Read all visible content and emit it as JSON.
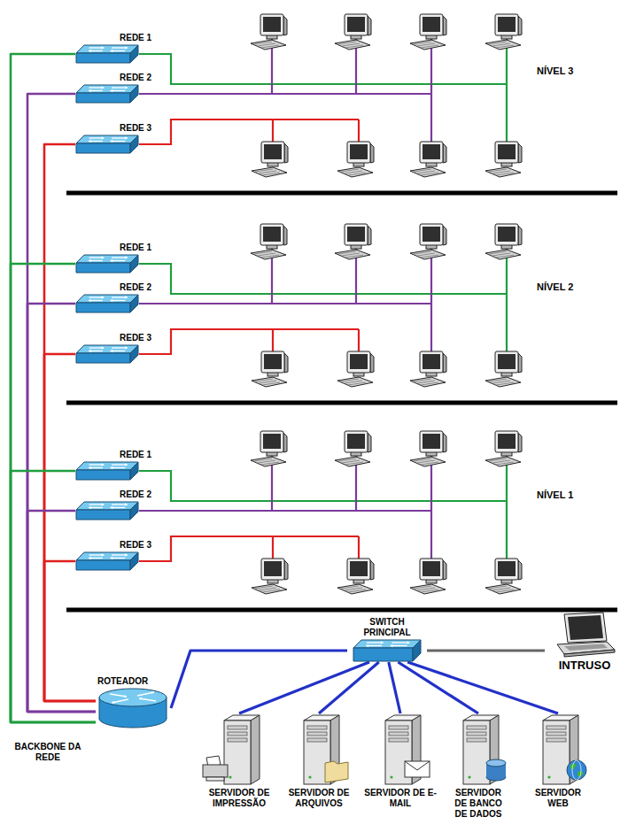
{
  "diagram": {
    "nodes": [
      {
        "text": [
          "REDE 1"
        ]
      },
      {
        "text": [
          "REDE 2"
        ]
      },
      {
        "text": [
          "REDE 3"
        ]
      },
      {
        "text": [
          "REDE 1"
        ]
      },
      {
        "text": [
          "REDE 2"
        ]
      },
      {
        "text": [
          "REDE 3"
        ]
      },
      {
        "text": [
          "REDE 1"
        ]
      },
      {
        "text": [
          "REDE 2"
        ]
      },
      {
        "text": [
          "REDE 3"
        ]
      },
      {
        "text": [
          "ROTEADOR"
        ]
      },
      {
        "text": [
          "SWITCH PRINCIPAL"
        ]
      },
      {
        "text": [
          "INTRUSO"
        ]
      },
      {
        "text": [
          "SERVIDOR DE IMPRESSÃO"
        ]
      },
      {
        "text": [
          "SERVIDOR DE ARQUIVOS"
        ]
      },
      {
        "text": [
          "SERVIDOR DE E-MAIL"
        ]
      },
      {
        "text": [
          "SERVIDOR DE BANCO DE DADOS"
        ]
      },
      {
        "text": [
          "SERVIDOR WEB"
        ]
      }
    ],
    "edges": [
      {
        "from": 0,
        "to": 9,
        "arrow": "none"
      },
      {
        "from": 1,
        "to": 9,
        "arrow": "none"
      },
      {
        "from": 2,
        "to": 9,
        "arrow": "none"
      },
      {
        "from": 3,
        "to": 9,
        "arrow": "none"
      },
      {
        "from": 4,
        "to": 9,
        "arrow": "none"
      },
      {
        "from": 5,
        "to": 9,
        "arrow": "none"
      },
      {
        "from": 6,
        "to": 9,
        "arrow": "none"
      },
      {
        "from": 7,
        "to": 9,
        "arrow": "none"
      },
      {
        "from": 8,
        "to": 9,
        "arrow": "none"
      },
      {
        "from": 9,
        "to": 10,
        "arrow": "none"
      },
      {
        "from": 10,
        "to": 11,
        "arrow": "none"
      },
      {
        "from": 10,
        "to": 12,
        "arrow": "none"
      },
      {
        "from": 10,
        "to": 13,
        "arrow": "none"
      },
      {
        "from": 10,
        "to": 14,
        "arrow": "none"
      },
      {
        "from": 10,
        "to": 15,
        "arrow": "none"
      },
      {
        "from": 10,
        "to": 16,
        "arrow": "none"
      }
    ],
    "labels": [
      "NÍVEL 3",
      "NÍVEL 2",
      "NÍVEL 1",
      "BACKBONE DA REDE"
    ]
  }
}
